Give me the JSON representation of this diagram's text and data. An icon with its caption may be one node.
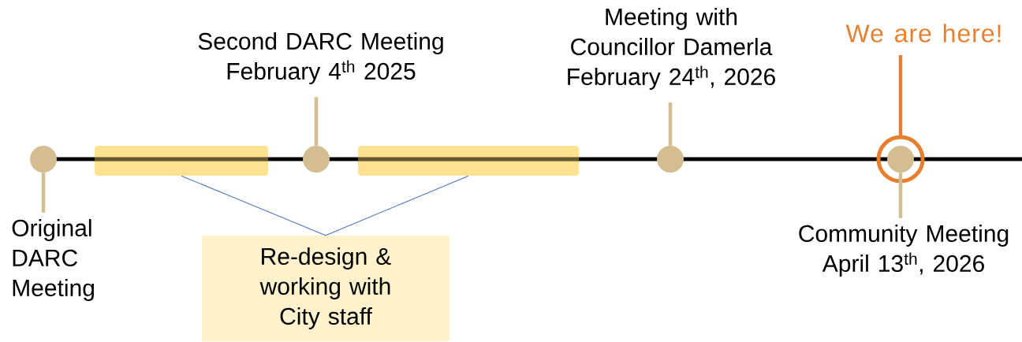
{
  "diagram": {
    "nodes": [
      {
        "text": [],
        "shape": "circle"
      },
      {
        "text": [
          "Original DARC Meeting"
        ]
      },
      {
        "text": [],
        "shape": "bar"
      },
      {
        "text": [],
        "shape": "circle"
      },
      {
        "text": [
          "Second DARC Meeting",
          "February 4$^{th}$ 2025"
        ]
      },
      {
        "text": [],
        "shape": "bar"
      },
      {
        "text": [],
        "shape": "circle"
      },
      {
        "text": [
          "Meeting with Councillor Damerla",
          "February 24$^{th}$, 2026"
        ]
      },
      {
        "text": [],
        "shape": "circle"
      },
      {
        "text": [
          "We are here!"
        ]
      },
      {
        "text": [
          "Community Meeting",
          "April 13$^{th}$, 2026"
        ]
      },
      {
        "text": [
          "Re-design & working with City staff"
        ]
      }
    ],
    "edges": [
      {
        "from": 1,
        "to": 0,
        "arrow": "none"
      },
      {
        "from": 4,
        "to": 3,
        "arrow": "none"
      },
      {
        "from": 7,
        "to": 6,
        "arrow": "none"
      },
      {
        "from": 9,
        "to": 8,
        "arrow": "none",
        "color": "#e87f2e"
      },
      {
        "from": 10,
        "to": 8,
        "arrow": "none"
      },
      {
        "from": 11,
        "to": 2,
        "arrow": "none",
        "color": "#4472c4"
      },
      {
        "from": 11,
        "to": 5,
        "arrow": "none",
        "color": "#4472c4"
      }
    ]
  }
}
